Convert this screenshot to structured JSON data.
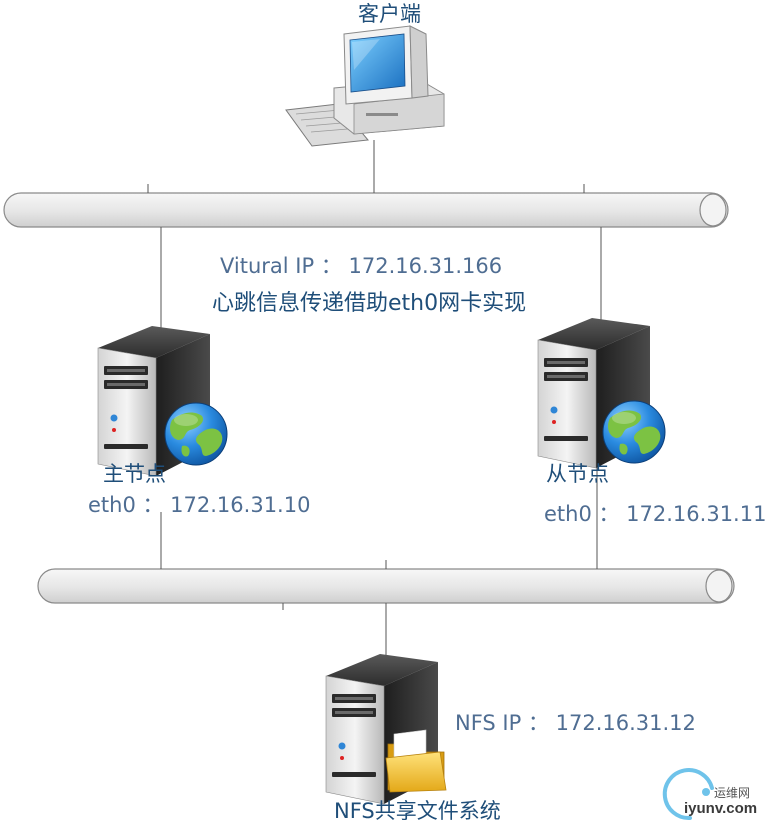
{
  "client": {
    "label": "客户端"
  },
  "cluster": {
    "vip": "Vitural IP ： 172.16.31.166",
    "heartbeat": "心跳信息传递借助eth0网卡实现"
  },
  "master": {
    "label": "主节点",
    "ip": "eth0 ： 172.16.31.10"
  },
  "slave": {
    "label": "从节点",
    "ip": "eth0 ：  172.16.31.11"
  },
  "nfs": {
    "ip": "NFS IP ： 172.16.31.12",
    "label": "NFS共享文件系统"
  },
  "watermark": {
    "cn": "运维网",
    "url": "iyunv.com"
  },
  "colors": {
    "title_text": "#1f4e79",
    "ip_text": "#4f6d92",
    "bus_fill": "#eeeeee",
    "bus_stroke": "#8a8a8a",
    "server_body": "#3a3a3a",
    "monitor_screen": "#2e8fd8",
    "globe_ocean": "#1f7fd0",
    "globe_land": "#7cc243",
    "folder": "#f3c442"
  },
  "icons": [
    "desktop-computer-icon",
    "server-icon",
    "globe-icon",
    "folder-icon"
  ]
}
